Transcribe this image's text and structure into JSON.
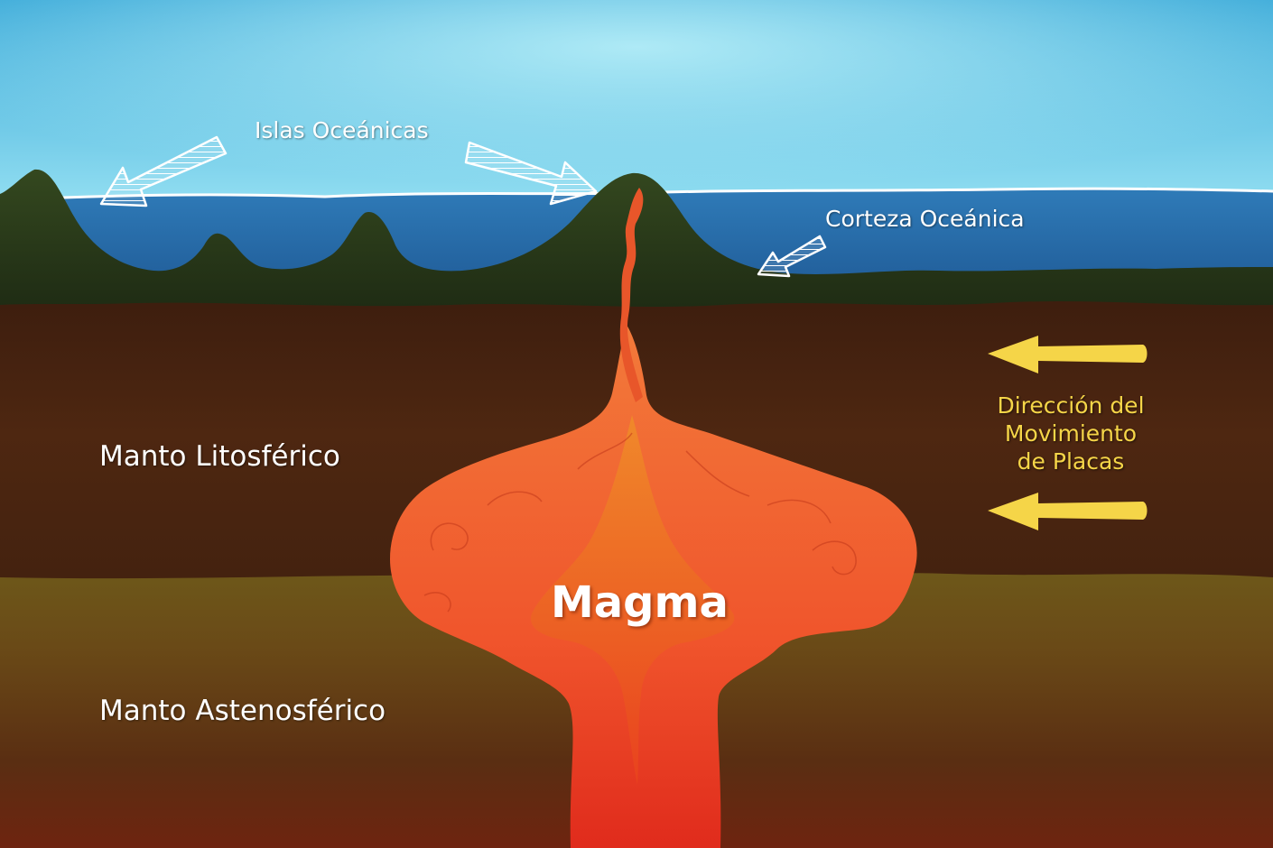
{
  "labels": {
    "islas_oceanicas": "Islas Oceánicas",
    "corteza_oceanica": "Corteza Oceánica",
    "manto_litosferico": "Manto Litosférico",
    "manto_astenosferico": "Manto Astenosférico",
    "magma": "Magma",
    "direccion": [
      "Dirección del",
      "Movimiento",
      "de Placas"
    ]
  },
  "colors": {
    "sky": "#5cc7e6",
    "ocean": "#2a6da8",
    "crust": "#2a3a1c",
    "lithospheric_mantle": "#4a2410",
    "asthenospheric_mantle": "#6b4a18",
    "magma_outer": "#f26a3a",
    "magma_inner": "#e8461f",
    "direction_arrow": "#f5d548",
    "direction_text": "#f5d548"
  },
  "icons": {
    "island_pointer": "hatched-arrow-icon",
    "crust_pointer": "hatched-arrow-icon",
    "plate_direction": "arrow-left-icon"
  }
}
